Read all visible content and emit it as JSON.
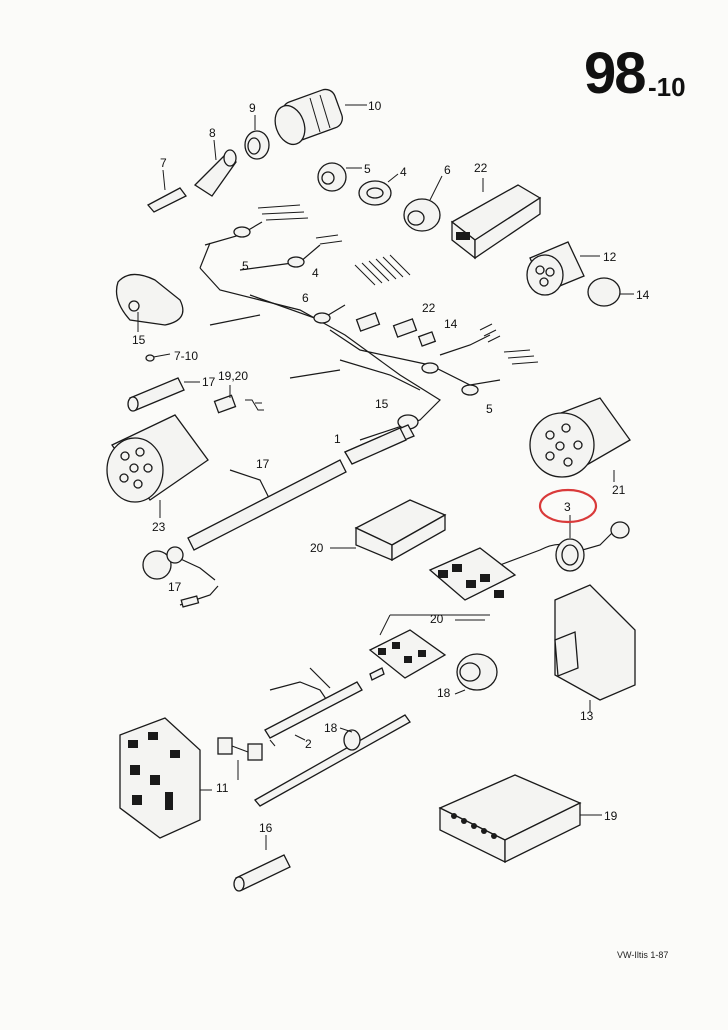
{
  "page": {
    "number": "98",
    "suffix": "-10",
    "footer": "VW-Iltis 1-87"
  },
  "labels": {
    "l10a": "10",
    "l9": "9",
    "l8": "8",
    "l7": "7",
    "l5a": "5",
    "l4a": "4",
    "l6a": "6",
    "l22a": "22",
    "l12": "12",
    "l14a": "14",
    "l5b": "5",
    "l4b": "4",
    "l15a": "15",
    "l710": "7-10",
    "l6b": "6",
    "l22b": "22",
    "l14b": "14",
    "l17a": "17",
    "l1920": "19,20",
    "l15b": "15",
    "l5c": "5",
    "l1": "1",
    "l17b": "17",
    "l21": "21",
    "l3": "3",
    "l23": "23",
    "l20a": "20",
    "l17c": "17",
    "l20b": "20",
    "l13": "13",
    "l18a": "18",
    "l18b": "18",
    "l2": "2",
    "l11": "11",
    "l16": "16",
    "l19": "19"
  },
  "highlight": {
    "label_key": "l3",
    "color": "#d93a3a"
  }
}
